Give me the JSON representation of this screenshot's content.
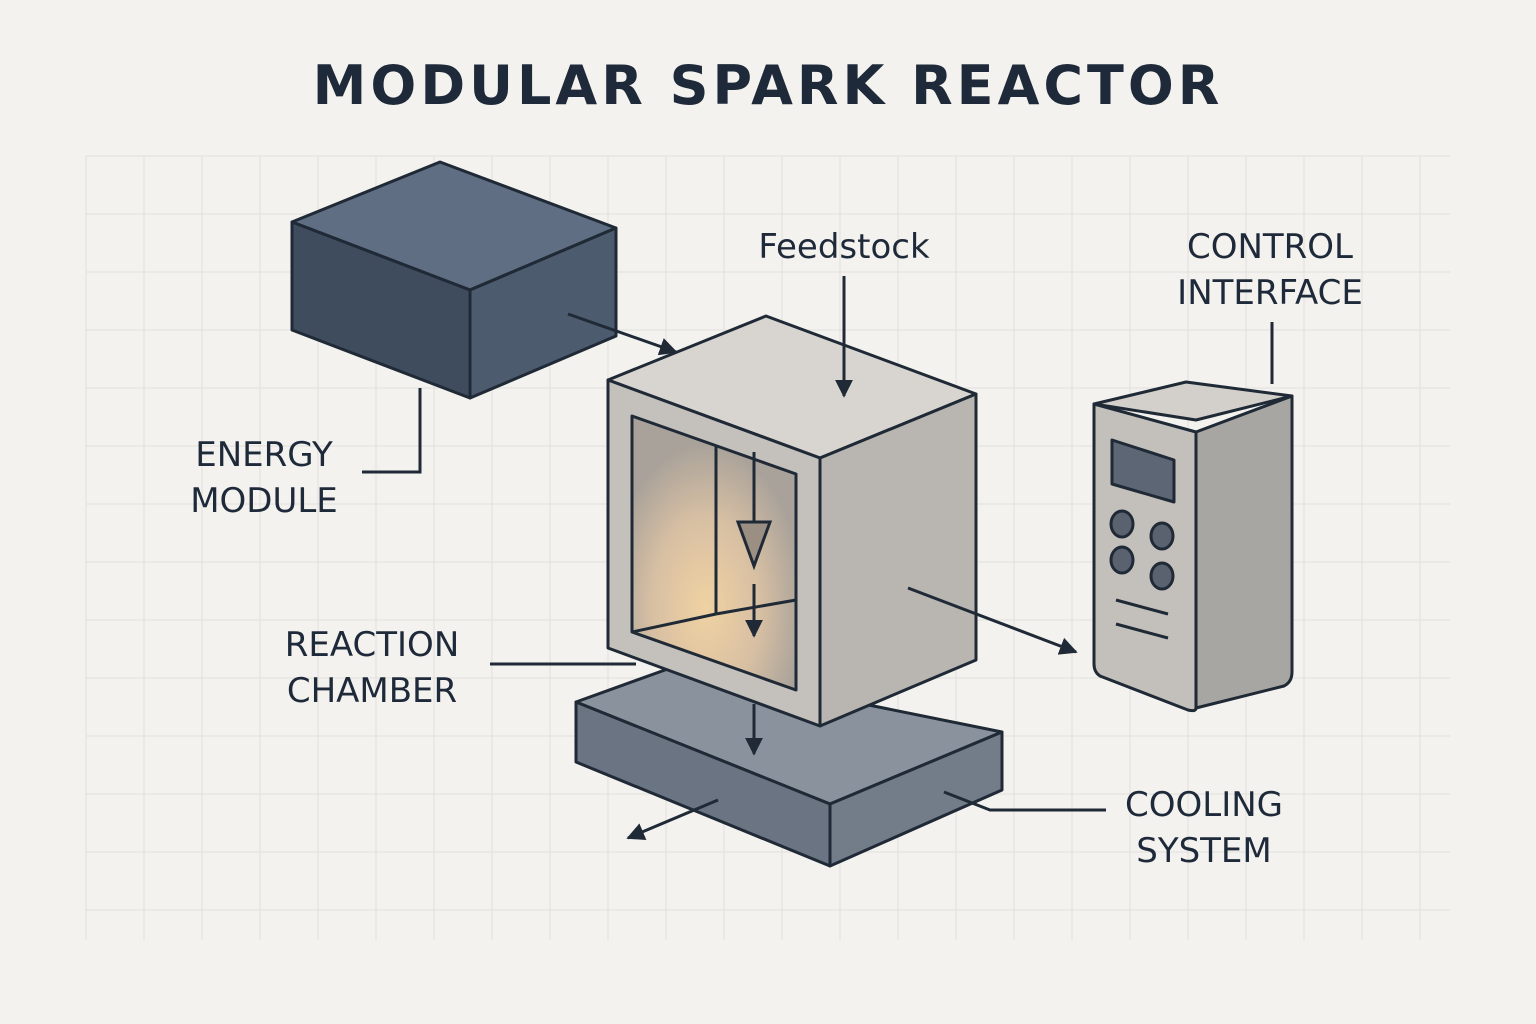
{
  "title": "MODULAR SPARK REACTOR",
  "labels": {
    "feedstock": "Feedstock",
    "control_interface": [
      "CONTROL",
      "INTERFACE"
    ],
    "energy_module": [
      "ENERGY",
      "MODULE"
    ],
    "reaction_chamber": [
      "REACTION",
      "CHAMBER"
    ],
    "cooling_system": [
      "COOLING",
      "SYSTEM"
    ]
  },
  "colors": {
    "background": "#f4f2ee",
    "text": "#1e2a3a",
    "energy_module": "#4a5a6e",
    "reaction_chamber": "#c9c6c1",
    "chamber_glow": "#e8c99a",
    "control_interface": "#bdbab5",
    "cooling_system": "#747d8a",
    "screen": "#5c6674"
  },
  "icons": {
    "title": "diagram-title",
    "energy_module": "box-icon",
    "control_buttons": "button-icon"
  }
}
